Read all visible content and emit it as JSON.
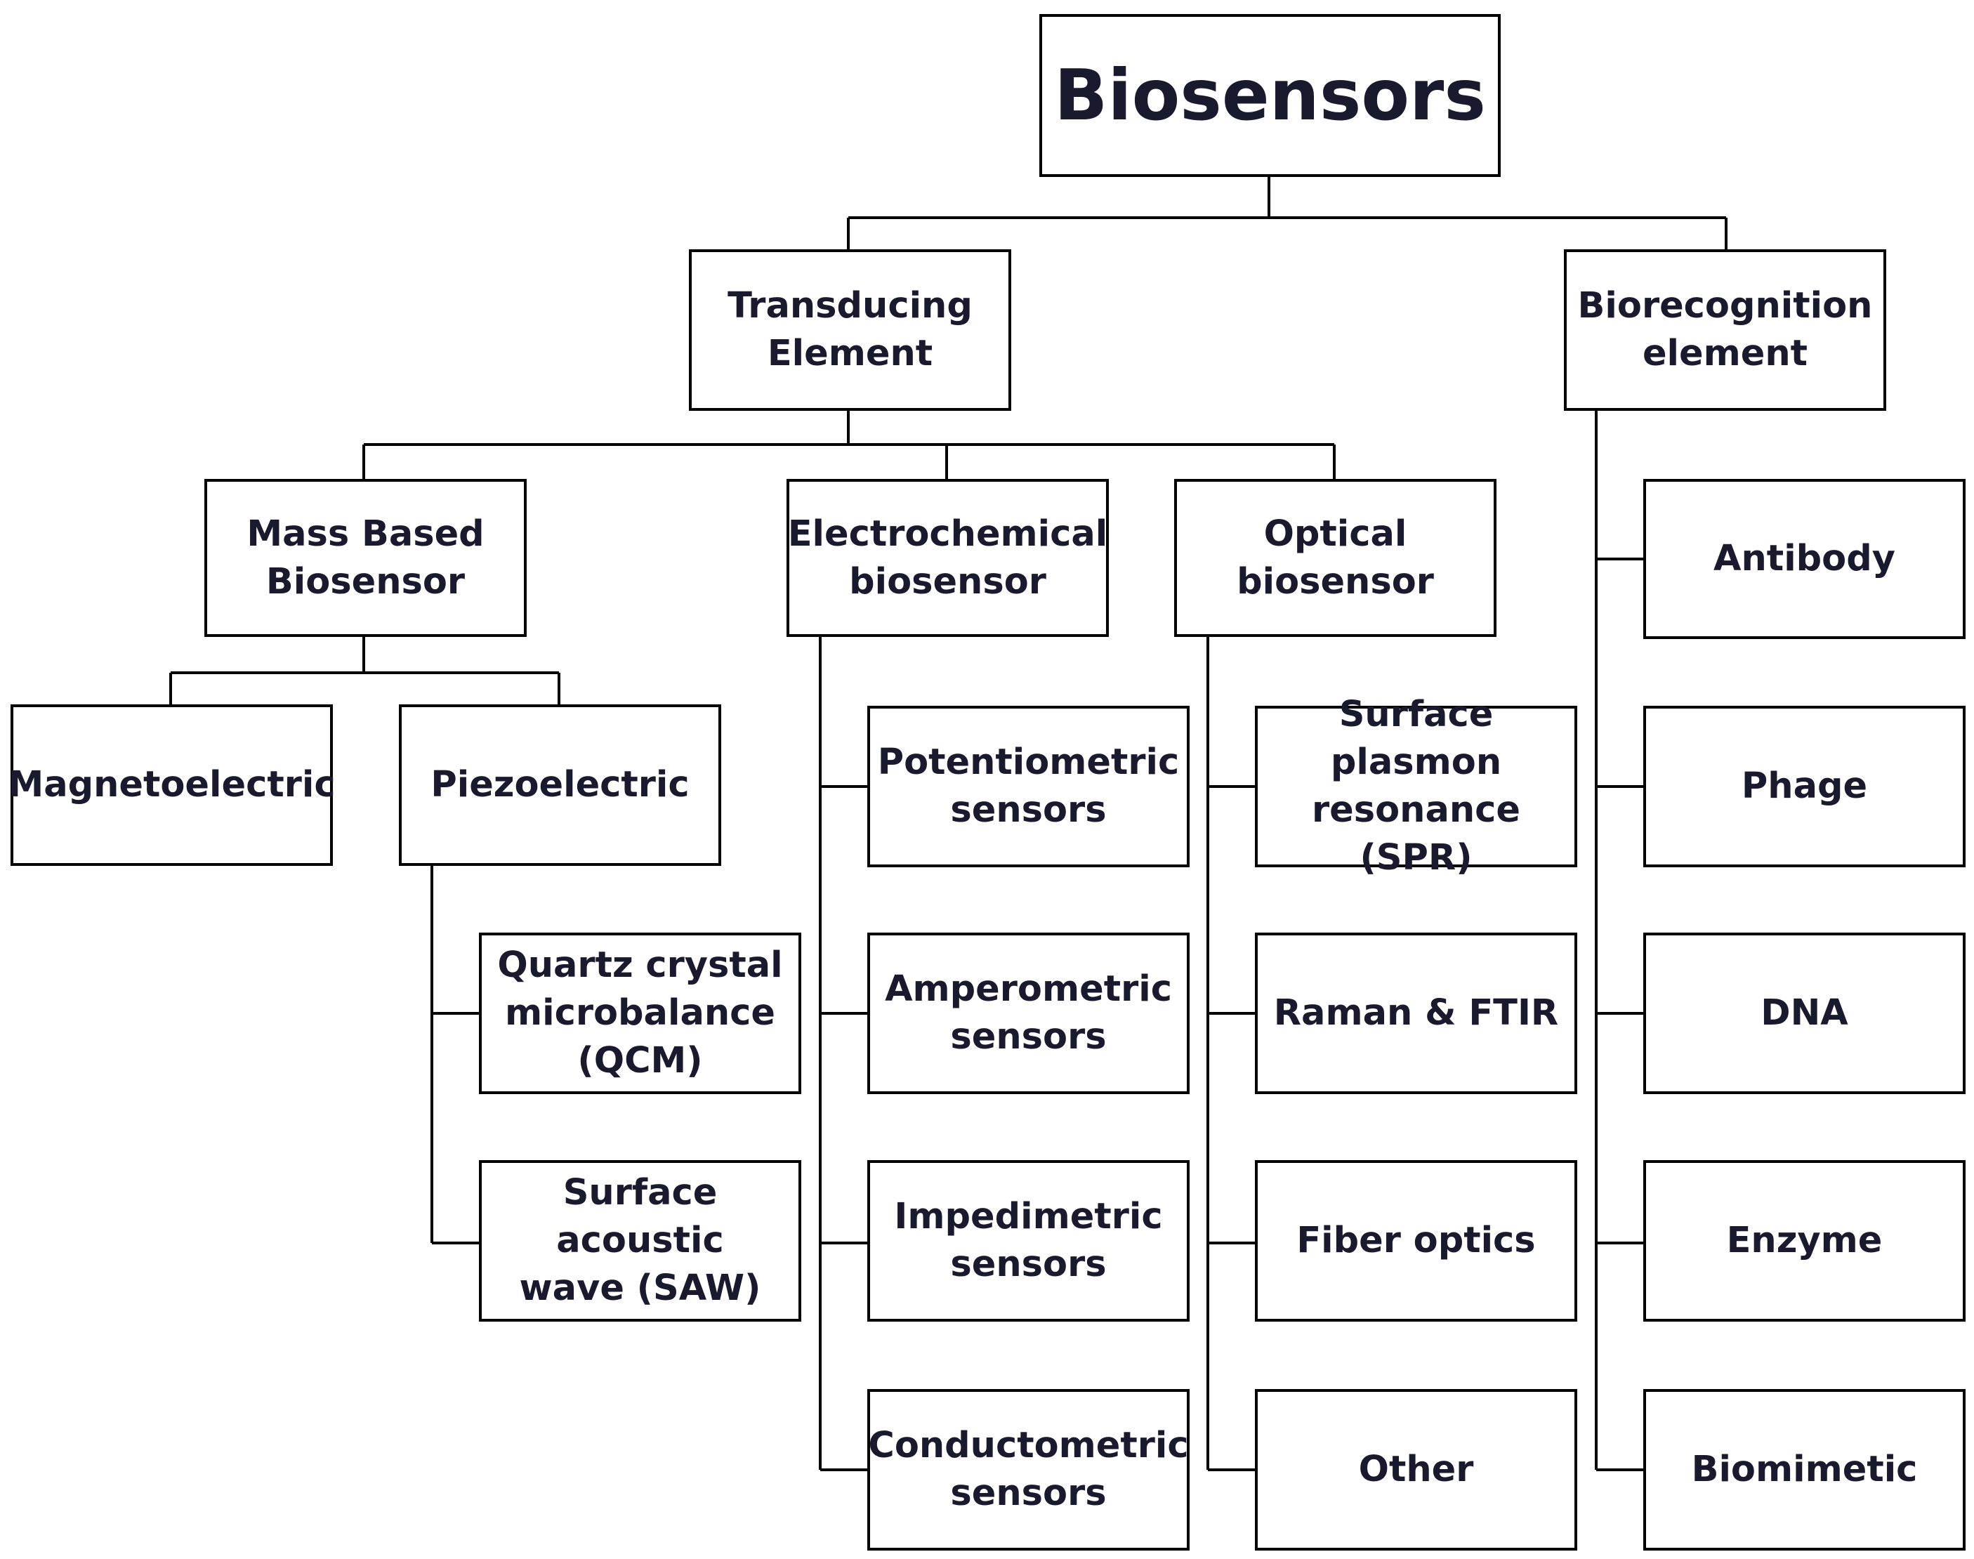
{
  "diagram": {
    "root": "Biosensors",
    "transducing": {
      "label": "Transducing\nElement",
      "mass": {
        "label": "Mass Based\nBiosensor",
        "children": [
          "Magnetoelectric",
          "Piezoelectric"
        ],
        "piezo_children": [
          "Quartz crystal\nmicrobalance\n(QCM)",
          "Surface acoustic\nwave (SAW)"
        ]
      },
      "electrochemical": {
        "label": "Electrochemical\nbiosensor",
        "children": [
          "Potentiometric\nsensors",
          "Amperometric\nsensors",
          "Impedimetric\nsensors",
          "Conductometric\nsensors"
        ]
      },
      "optical": {
        "label": "Optical\nbiosensor",
        "children": [
          "Surface plasmon\nresonance (SPR)",
          "Raman & FTIR",
          "Fiber optics",
          "Other"
        ]
      }
    },
    "biorecognition": {
      "label": "Biorecognition\nelement",
      "children": [
        "Antibody",
        "Phage",
        "DNA",
        "Enzyme",
        "Biomimetic"
      ]
    }
  }
}
